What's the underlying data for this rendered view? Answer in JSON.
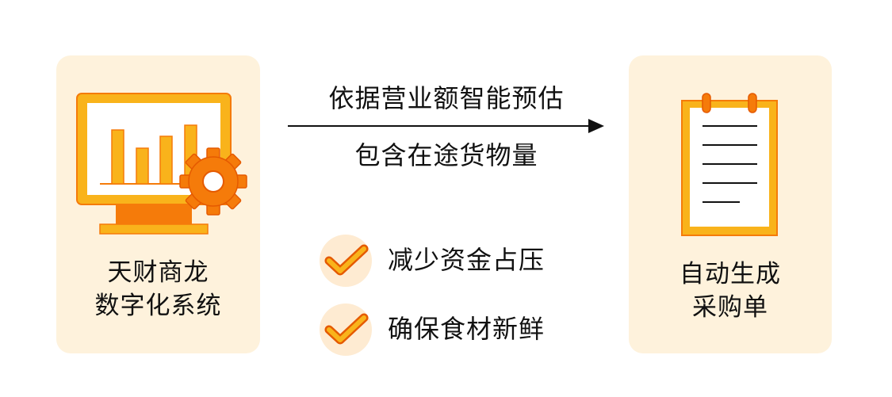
{
  "colors": {
    "card_bg": "#FEF2DC",
    "amber": "#F9B31B",
    "orange": "#F57B0A",
    "dark_orange": "#E55A00",
    "check_bg": "#FEEBD2",
    "ink": "#111111"
  },
  "left_card": {
    "icon": "monitor-chart-gear-icon",
    "title_line1": "天财商龙",
    "title_line2": "数字化系统"
  },
  "flow": {
    "top_label": "依据营业额智能预估",
    "bottom_label": "包含在途货物量",
    "arrow_icon": "arrow-right-icon"
  },
  "benefits": [
    {
      "icon": "checkmark-icon",
      "label": "减少资金占压"
    },
    {
      "icon": "checkmark-icon",
      "label": "确保食材新鲜"
    }
  ],
  "right_card": {
    "icon": "clipboard-list-icon",
    "title_line1": "自动生成",
    "title_line2": "采购单"
  }
}
